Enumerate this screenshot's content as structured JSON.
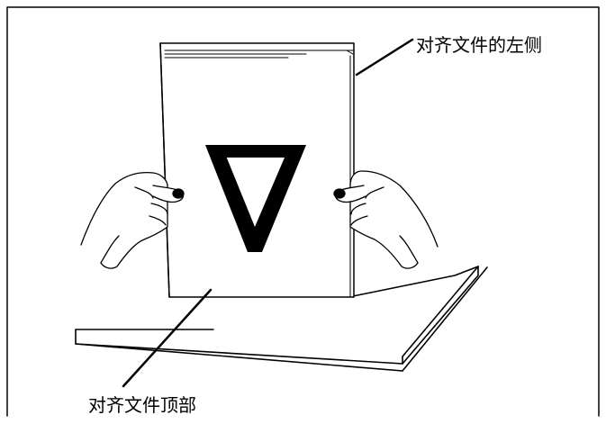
{
  "diagram": {
    "labels": {
      "align_left_side": "对齐文件的左侧",
      "align_top": "对齐文件顶部"
    },
    "sheet_glyph": "A",
    "sheet_glyph_orientation": "upside-down"
  }
}
